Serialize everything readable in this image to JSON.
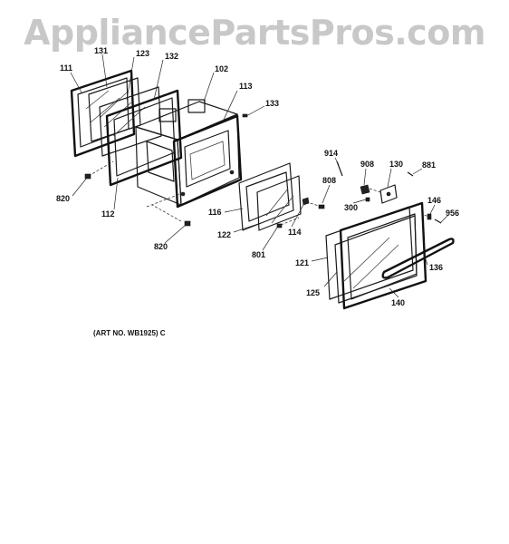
{
  "watermark": "AppliancePartsPros.com",
  "art_number": "(ART NO. WB1925) C",
  "callouts": [
    {
      "id": "111",
      "label": "111"
    },
    {
      "id": "131",
      "label": "131"
    },
    {
      "id": "123",
      "label": "123"
    },
    {
      "id": "132",
      "label": "132"
    },
    {
      "id": "102",
      "label": "102"
    },
    {
      "id": "113",
      "label": "113"
    },
    {
      "id": "133",
      "label": "133"
    },
    {
      "id": "820a",
      "label": "820"
    },
    {
      "id": "112",
      "label": "112"
    },
    {
      "id": "116",
      "label": "116"
    },
    {
      "id": "820b",
      "label": "820"
    },
    {
      "id": "122",
      "label": "122"
    },
    {
      "id": "114",
      "label": "114"
    },
    {
      "id": "801",
      "label": "801"
    },
    {
      "id": "914",
      "label": "914"
    },
    {
      "id": "908",
      "label": "908"
    },
    {
      "id": "130",
      "label": "130"
    },
    {
      "id": "881",
      "label": "881"
    },
    {
      "id": "808",
      "label": "808"
    },
    {
      "id": "300",
      "label": "300"
    },
    {
      "id": "146",
      "label": "146"
    },
    {
      "id": "956",
      "label": "956"
    },
    {
      "id": "121",
      "label": "121"
    },
    {
      "id": "136",
      "label": "136"
    },
    {
      "id": "125",
      "label": "125"
    },
    {
      "id": "140",
      "label": "140"
    }
  ]
}
